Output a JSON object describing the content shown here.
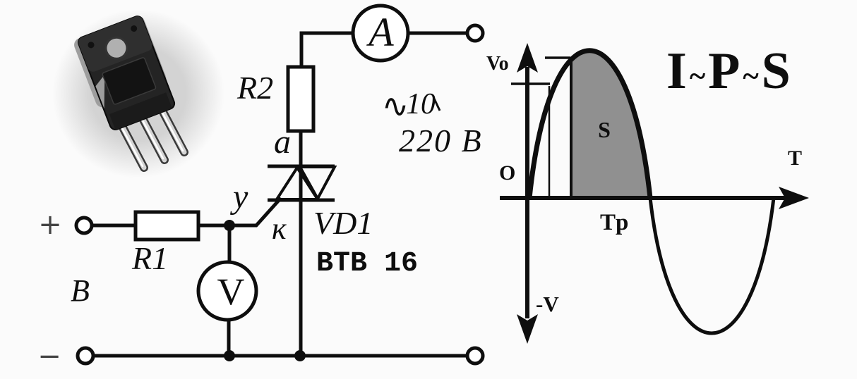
{
  "colors": {
    "ink": "#0e0e0e",
    "shade": "#909090",
    "component_fill": "#ffffff",
    "sign_gray": "#444444"
  },
  "circuit": {
    "plus": "+",
    "minus": "−",
    "battery": "В",
    "r1": "R1",
    "r2": "R2",
    "ammeter": "A",
    "voltmeter": "V",
    "anode": "a",
    "gate": "y",
    "cathode": "к",
    "triac_ref": "VD1",
    "triac_model": "BTB 16",
    "ac_symbol": "∿",
    "ac_value": "10",
    "mains_voltage": "220 В"
  },
  "graph": {
    "v_peak": "Vo",
    "origin": "O",
    "time_axis": "T",
    "period": "Tp",
    "v_negative": "-V",
    "area": "S",
    "title": {
      "l1": "I",
      "t1": "~",
      "l2": "P",
      "t2": "~",
      "l3": "S"
    }
  }
}
